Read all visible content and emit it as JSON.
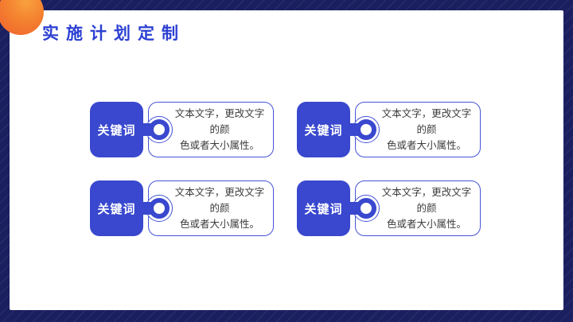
{
  "slide": {
    "title": "实施计划定制",
    "cards": [
      {
        "label": "关键词",
        "text": "文本文字，更改文字的颜色或者大小属性。",
        "line1": "文本文字，更改文字的颜",
        "line2": "色或者大小属性。"
      },
      {
        "label": "关键词",
        "text": "文本文字，更改文字的颜色或者大小属性。",
        "line1": "文本文字，更改文字的颜",
        "line2": "色或者大小属性。"
      },
      {
        "label": "关键词",
        "text": "文本文字，更改文字的颜色或者大小属性。",
        "line1": "文本文字，更改文字的颜",
        "line2": "色或者大小属性。"
      },
      {
        "label": "关键词",
        "text": "文本文字，更改文字的颜色或者大小属性。",
        "line1": "文本文字，更改文字的颜",
        "line2": "色或者大小属性。"
      }
    ],
    "colors": {
      "frame_navy": "#1A1F60",
      "accent_blue": "#3948CE",
      "box_border_blue": "#4453D8",
      "title_blue": "#2C40D2",
      "orange_ball_light": "#F9A13E",
      "orange_ball_dark": "#EF5F2E",
      "body_text": "#3C3C3C"
    }
  }
}
